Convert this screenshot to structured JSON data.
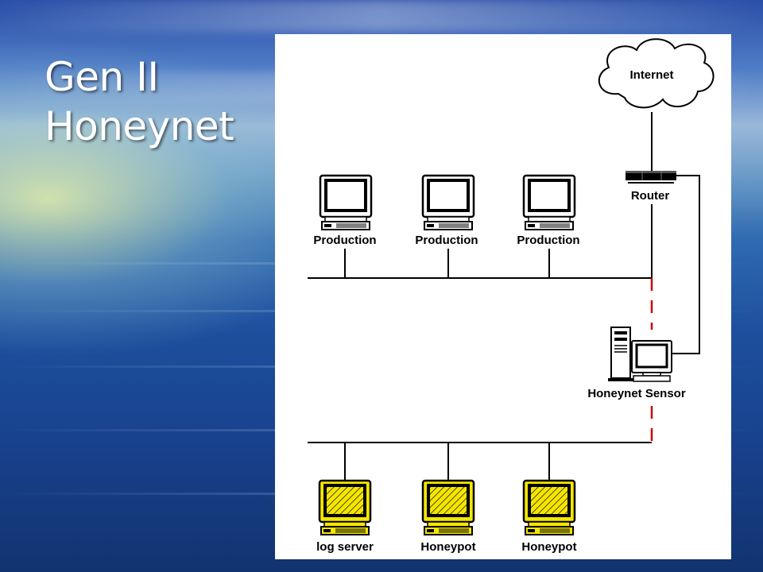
{
  "slide": {
    "title_line1": "Gen II",
    "title_line2": "Honeynet"
  },
  "diagram": {
    "internet_label": "Internet",
    "router_label": "Router",
    "production_labels": [
      "Production",
      "Production",
      "Production"
    ],
    "sensor_label": "Honeynet Sensor",
    "honeynet_labels": [
      "log server",
      "Honeypot",
      "Honeypot"
    ],
    "colors": {
      "background_panel": "#ffffff",
      "wire": "#000000",
      "sensor_link": "#cc0000",
      "honeypot_fill": "#f5e600",
      "production_fill": "#ffffff"
    },
    "icons": {
      "internet": "cloud-icon",
      "router": "router-icon",
      "production": "monitor-icon",
      "sensor": "workstation-icon",
      "honeypot": "monitor-hatched-icon"
    }
  }
}
